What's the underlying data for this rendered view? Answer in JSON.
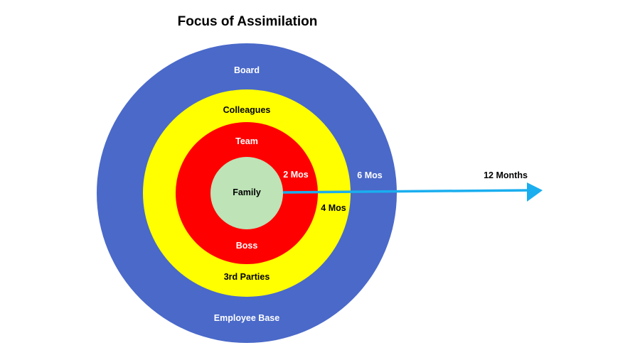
{
  "title": "Focus of Assimilation",
  "rings": {
    "outer": {
      "color": "#4a69c9",
      "top_label": "Board",
      "bottom_label": "Employee Base",
      "time_label": "6 Mos"
    },
    "middle": {
      "color": "#ffff00",
      "top_label": "Colleagues",
      "bottom_label": "3rd Parties",
      "time_label": "4 Mos"
    },
    "inner": {
      "color": "#ff0000",
      "top_label": "Team",
      "bottom_label": "Boss",
      "time_label": "2 Mos"
    },
    "center": {
      "color": "#bde3b6",
      "label": "Family"
    }
  },
  "arrow": {
    "label": "12 Months",
    "color": "#1aaeef"
  }
}
